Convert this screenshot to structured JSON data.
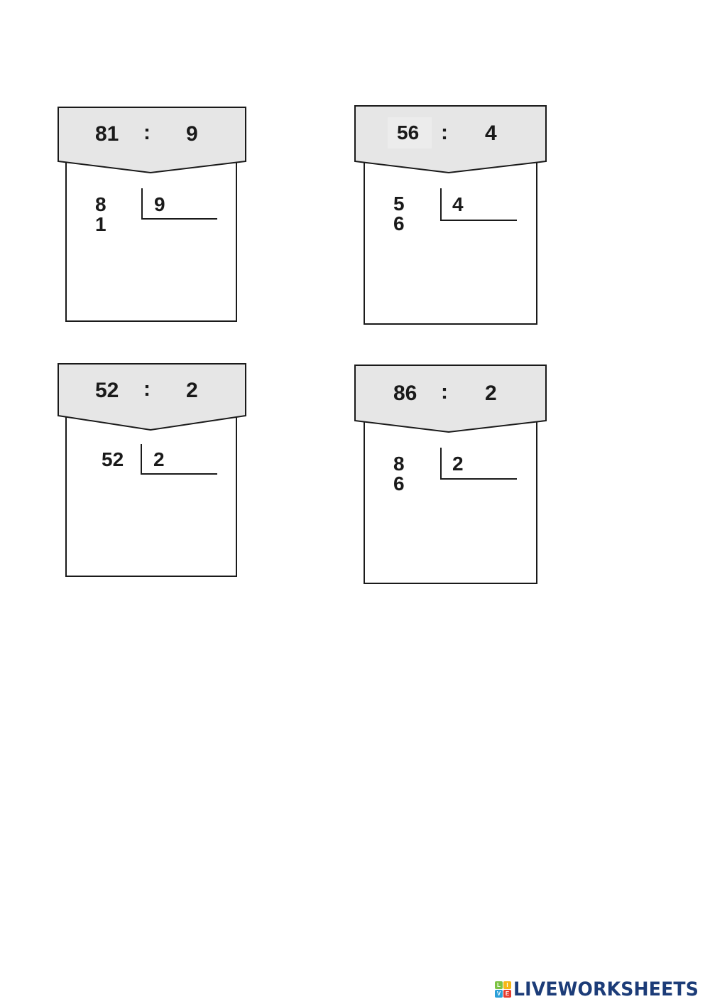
{
  "worksheet": {
    "problems": [
      {
        "dividend": "81",
        "operator": ":",
        "divisor": "9",
        "long_division": {
          "dividend_digits": "8 1",
          "divisor": "9"
        }
      },
      {
        "dividend": "56",
        "operator": ":",
        "divisor": "4",
        "long_division": {
          "dividend_digits": "5 6",
          "divisor": "4"
        }
      },
      {
        "dividend": "52",
        "operator": ":",
        "divisor": "2",
        "long_division": {
          "dividend_digits": "52",
          "divisor": "2"
        }
      },
      {
        "dividend": "86",
        "operator": ":",
        "divisor": "2",
        "long_division": {
          "dividend_digits": "8 6",
          "divisor": "2"
        }
      }
    ]
  },
  "footer": {
    "brand_text": "LIVEWORKSHEETS",
    "brand_icon_letters": [
      "L",
      "I",
      "V",
      "E"
    ],
    "brand_colors": {
      "text": "#1c3c78",
      "tiles": [
        "#7cc242",
        "#f6b616",
        "#2a9fd8",
        "#e63c2f"
      ]
    }
  },
  "colors": {
    "banner_fill": "#e6e6e6",
    "border": "#1a1a1a",
    "text": "#1a1a1a"
  }
}
